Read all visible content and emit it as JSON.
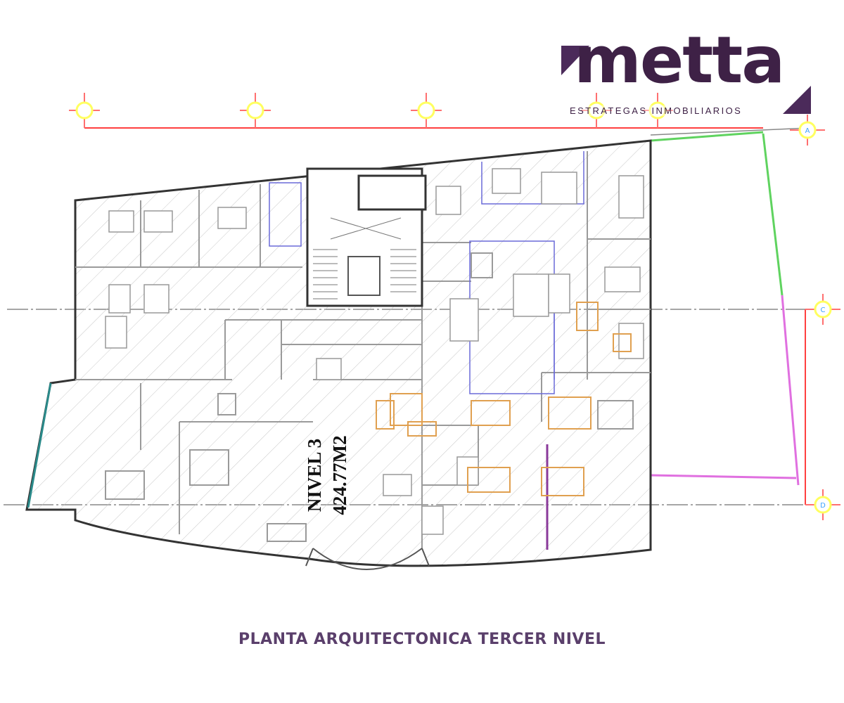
{
  "logo": {
    "wordmark": "metta",
    "tagline": "ESTRATEGAS INMOBILIARIOS",
    "brand_color": "#3e2146"
  },
  "plan": {
    "level_label": "NIVEL 3",
    "area_label": "424.77M2",
    "grid_axes_right": [
      "A",
      "C",
      "D"
    ],
    "colors": {
      "walls": "#333333",
      "grid_dimension": "#ff3b3b",
      "balcony_top": "#5fd35f",
      "balcony_side": "#e070e0",
      "furniture_highlight": "#e0a050",
      "partition_blue": "#6a6ad8"
    }
  },
  "caption": "PLANTA ARQUITECTONICA TERCER NIVEL"
}
